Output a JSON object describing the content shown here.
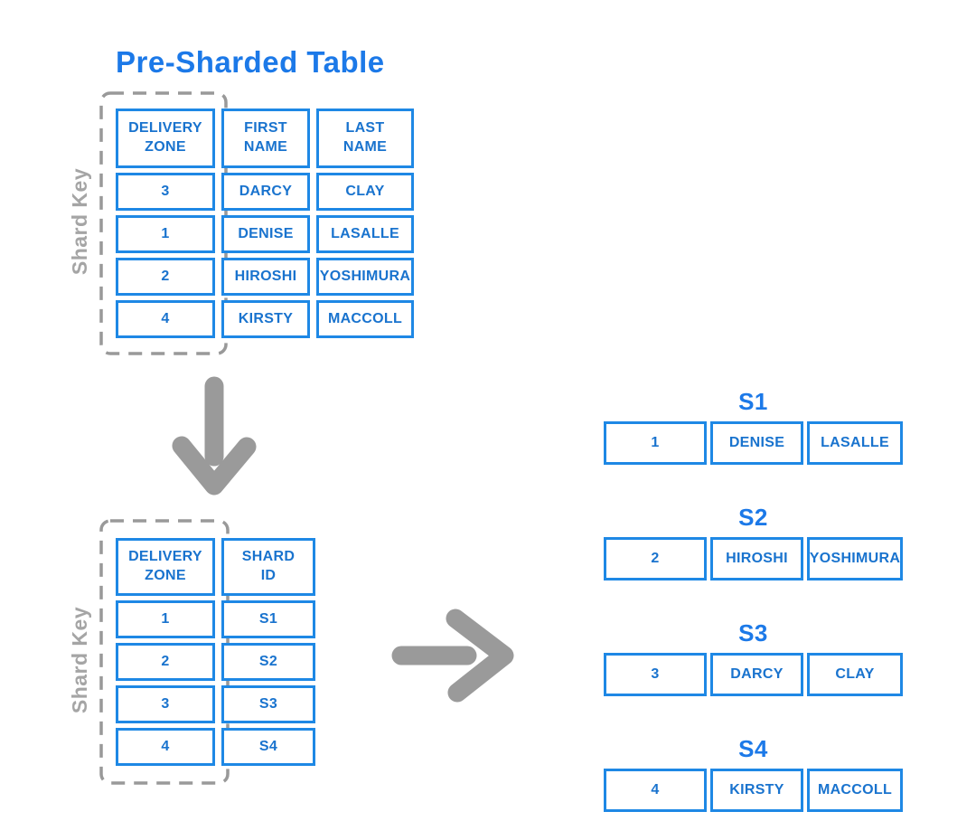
{
  "title": "Pre-Sharded Table",
  "shard_key_label": "Shard Key",
  "colors": {
    "table_border_blue": "#1e88e5",
    "cell_text_blue": "#1973ce",
    "title_blue": "#1c79e8",
    "arrow_gray": "#9a9a9a",
    "shard_key_gray": "#a5a5a5",
    "dashed_outline_gray": "#999999"
  },
  "pre_sharded_table": {
    "headers": [
      "DELIVERY\nZONE",
      "FIRST\nNAME",
      "LAST\nNAME"
    ],
    "rows": [
      [
        "3",
        "DARCY",
        "CLAY"
      ],
      [
        "1",
        "DENISE",
        "LASALLE"
      ],
      [
        "2",
        "HIROSHI",
        "YOSHIMURA"
      ],
      [
        "4",
        "KIRSTY",
        "MACCOLL"
      ]
    ]
  },
  "shard_map_table": {
    "headers": [
      "DELIVERY\nZONE",
      "SHARD\nID"
    ],
    "rows": [
      [
        "1",
        "S1"
      ],
      [
        "2",
        "S2"
      ],
      [
        "3",
        "S3"
      ],
      [
        "4",
        "S4"
      ]
    ]
  },
  "shards": [
    {
      "label": "S1",
      "cells": [
        "1",
        "DENISE",
        "LASALLE"
      ]
    },
    {
      "label": "S2",
      "cells": [
        "2",
        "HIROSHI",
        "YOSHIMURA"
      ]
    },
    {
      "label": "S3",
      "cells": [
        "3",
        "DARCY",
        "CLAY"
      ]
    },
    {
      "label": "S4",
      "cells": [
        "4",
        "KIRSTY",
        "MACCOLL"
      ]
    }
  ]
}
